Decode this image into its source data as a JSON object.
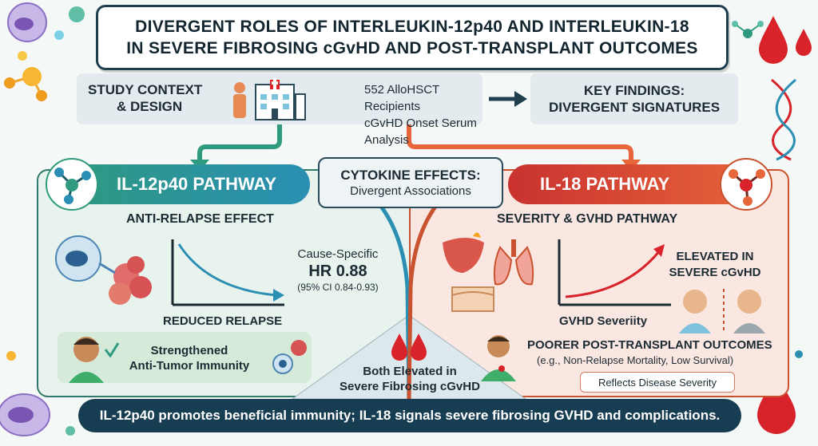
{
  "title": {
    "line1": "DIVERGENT ROLES OF INTERLEUKIN-12p40 AND INTERLEUKIN-18",
    "line2": "IN SEVERE FIBROSING cGvHD AND POST-TRANSPLANT OUTCOMES"
  },
  "context": {
    "label_line1": "STUDY CONTEXT",
    "label_line2": "& DESIGN",
    "text_line1": "552 AlloHSCT Recipients",
    "text_line2": "cGvHD Onset Serum Analysis"
  },
  "findings": {
    "line1": "KEY FINDINGS:",
    "line2": "DIVERGENT SIGNATURES"
  },
  "cytokine": {
    "heading": "CYTOKINE EFFECTS:",
    "sub": "Divergent Associations"
  },
  "left": {
    "pill": "IL-12p40 PATHWAY",
    "subtitle": "ANTI-RELAPSE EFFECT",
    "hr_label": "Cause-Specific",
    "hr_value": "HR 0.88",
    "hr_ci": "(95% CI 0.84-0.93)",
    "chart_caption": "REDUCED RELAPSE",
    "immunity_line1": "Strengthened",
    "immunity_line2": "Anti-Tumor Immunity"
  },
  "right": {
    "pill": "IL-18 PATHWAY",
    "subtitle": "SEVERITY & GVHD PATHWAY",
    "elevated_line1": "ELEVATED IN",
    "elevated_line2": "SEVERE cGvHD",
    "chart_caption": "GVHD Severiity",
    "poorer_title": "POORER POST-TRANSPLANT OUTCOMES",
    "poorer_example": "(e.g., Non-Relapse Mortality, Low Survival)",
    "reflects": "Reflects Disease Severity"
  },
  "center": {
    "both_line1": "Both Elevated in",
    "both_line2": "Severe Fibrosing cGvHD"
  },
  "bottom": {
    "summary": "IL-12p40 promotes beneficial immunity; IL-18 signals severe fibrosing GVHD and complications."
  },
  "colors": {
    "teal": "#2f9a7e",
    "blue": "#2a8fb3",
    "red": "#c9322f",
    "orange": "#e7663a",
    "navy": "#173d52"
  }
}
